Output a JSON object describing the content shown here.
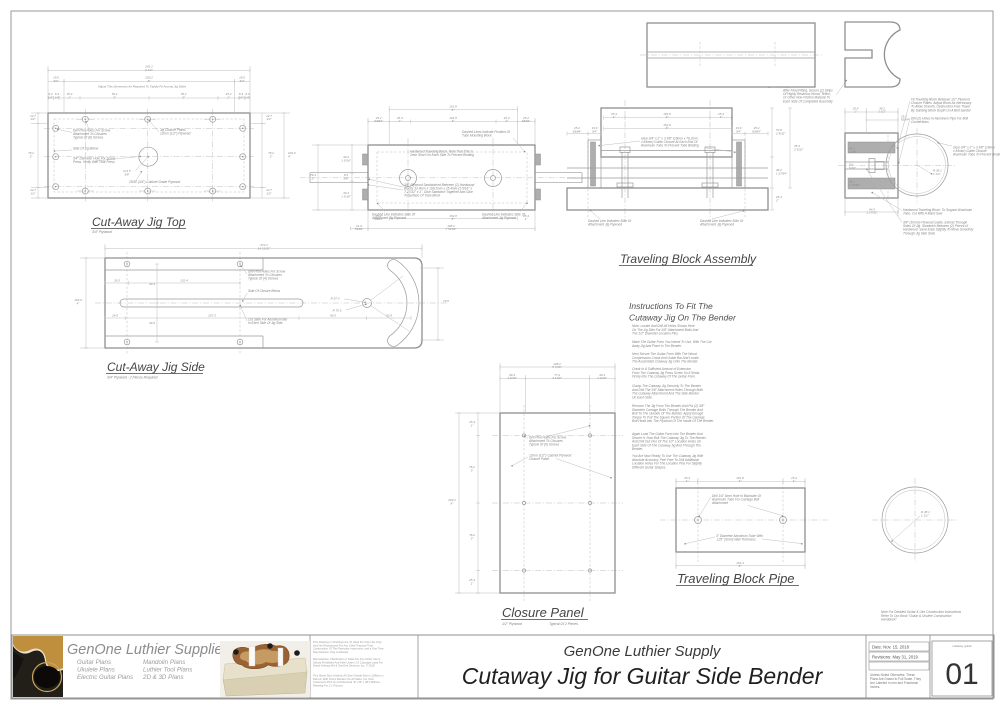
{
  "shared": {
    "note_attach_side": "Dashed Line Indicates Side Of|Attachment Jig Plywood"
  },
  "jig_top": {
    "title": "Cut-Away Jig Top",
    "subtitle": "3/4\" Plywood",
    "adjust_note": "Adjust This Dimension As Required To Tightly Fit Around Jig Sides",
    "note_drill": "Drill Pilot Holes For Screw|Attachment To Closures|Typical Of (8) Screws",
    "note_side": "Side Of Jig Below",
    "note_press": "3/4\" Diameter Hole For Screw|Press. Verify With Your Press",
    "note_plates": "Jig Closure Plates|12mm (1/2\") Plywood",
    "note_ply": "25/32 (3/4\") Cabinet Grade Plywood",
    "note_radius": "R 9.5|3/8\"",
    "dims": [
      "241.2|9 1/2\"",
      "19.0|3/4\"",
      "203.2|8\"",
      "19.0|3/4\"",
      "6.3|1/4\"",
      "6.3|1/4\"",
      "25.4|1\"",
      "76.2|3\"",
      "76.2|3\"",
      "25.4|1\"",
      "6.3|1/4\"",
      "6.3|1/4\"",
      "12.7|1/2\"",
      "76.2|3\"",
      "12.7|1/2\"",
      "12.7|1/2\"",
      "76.2|3\"",
      "12.7|1/2\"",
      "102.0|4\""
    ]
  },
  "jig_side": {
    "title": "Cut-Away Jig Side",
    "subtitle": "3/4\" Plywood - 2 Pieces Required",
    "note_drill": "Drill Pilot Holes For Screw|Attachment To Closures|Typical Of (4) Screws",
    "note_closure": "Side Of Closure Below",
    "note_cut": "Cut Slide For Aluminum Bar|In Each Side Of Jig Side",
    "dims": [
      "372.1|14 21/32\"",
      "102.0|4\"",
      "28.3",
      "132.4",
      "24.0",
      "207.3",
      "80.5",
      "52.8",
      "40.3",
      "40.3",
      "73.8",
      "R 57.0",
      "R 75.0"
    ]
  },
  "block_plan": {
    "note_position": "Dashed Lines Indicate Position Of|Tube Mounting Block",
    "note_block": "Hardwood Traveling Block. Note That This Is|2mm Short On Each Side To Prevent Binding",
    "note_sandwich": "3/8\" Plywood Sandwiched Between (2) Hardwood|Blocks 33.4mm x 199.2mm x 25.4mm (1-5/16\" x|7-27/32\" x 1\". Glue Sandwich Together And Glue|To Surface Of Tube Block",
    "dims": [
      "152.8|6\"",
      "25.2|63/64\"",
      "25.4|1\"",
      "101.8|4\"",
      "25.4|1\"",
      "25.2|63/64\"",
      "25.2|63/64\"",
      "152.8|6\"",
      "25.4|1\"",
      "21.0|53/64\"",
      "198.2|7 51/64\"",
      "33.4|1 5/16\"",
      "9.5|3/8\"",
      "33.4|1 5/16\"",
      "76.3|3\""
    ]
  },
  "assembly": {
    "title": "Traveling Block Assembly",
    "note_glue": "Glue 3/4\" x 2\" x 3 3/8\" (19mm x 76.2mm|x 84mm) Guide Closure At Each End Of|Aluminum Tube To Prevent Tube Binding",
    "note_after": "After Final Fitting, Secure (2) Strips|Of Highly Resinous Wood, Teflon,|Or Other Non-Friction Material To|Each Side Of Completed Assembly",
    "dims": [
      "25.4|1\"",
      "101.8|4\"",
      "25.4|1\"",
      "152.6|6\"",
      "25.2|63/64\"",
      "19.0|3/4\"",
      "19.0|3/4\"",
      "25.2|63/64\"",
      "57.8|2 9/32\"",
      "36.2|1 27/64\"",
      "25.4|1\"",
      "78.4|3 3/32\""
    ]
  },
  "end_view": {
    "note_fit": "Fit Traveling Block Between 1/2\" Plywood|Closure Plates. Adjust Block As Necessary|To Allow Smooth, Obstruction-Free Travel|By Sanding Block Depth On A Belt Sander",
    "note_drill_pipe": "Drill (2) Holes In Aluminum Pipe For Bolt|Connections",
    "note_glue2": "Glue 3/4\" x 2\" x 3 3/8\" (19mm|x 84mm) Guide Closure|Aluminum Tube To Prevent Binding",
    "note_hardwood": "Hardwood Traveling Block. To Support Aluminum|Tube. Cut With A Band Saw",
    "note_plyguide": "3/8\" (10mm) Plywood Guide. Extend Through|Sides Of Jig. Sandwich Between (2) Pieces of|Hardwood. Sand Ends Slightly To Move Smoothly|Through Jig Side Slots",
    "dims": [
      "25.4|1\"",
      "38.2|1 1/2\"",
      "25.2|63/64\"",
      "64.5|2 17/32\"",
      "35.1|1 3/8\"",
      "8.0|5/16\"",
      "36.1|1 27/64\"",
      "R 38.1|1 1/2\""
    ]
  },
  "closure_panel": {
    "title": "Closure Panel",
    "sub1": "1/2\" Plywood",
    "sub2": "Typical Of 2 Pieces",
    "note_drill": "Drill Pilot Holes For Screw|Attachment To Closures|Typical Of (6) Screws",
    "note_ply": "12mm (1/2\") Cabinet Plywood|Closure Panel",
    "dims": [
      "138.2|5 7/16\"",
      "30.4|1 3/16\"",
      "77.4|3 1/16\"",
      "30.4|1 3/16\"",
      "203.2|8\"",
      "25.4|1\"",
      "76.2|3\"",
      "76.2|3\"",
      "25.4|1\""
    ]
  },
  "pipe": {
    "title": "Traveling Block Pipe",
    "note_drill": "Drill 1/4\" 6mm Hole In Backside Of|Aluminum Tube For Carriage Bolt|Attachment",
    "note_tube": "3\" Diameter Aluminum Tube With|.125\" (3mm) Wall Thickness",
    "dims": [
      "25.4|1\"",
      "101.8|4\"",
      "25.4|1\"",
      "152.4|6\""
    ]
  },
  "pipe_end": {
    "radius": "R 38.1|1 1/2\""
  },
  "instructions": {
    "heading": "Instructions To Fit The|Cutaway Jig On The Bender",
    "paras": [
      "Note: Locate And Drill All Holes Shown Here|On The Jig Side For 3/8\" Attachment Bolts And|The 1/2\" Diameter Location Pins.",
      "Make The Guitar Form You Intend To Use, With The Cut-|Away Jig And Place In The Bender.",
      "Next Secure The Guitar Form With The Wood|Compression Crank And Guide Bar And Locate|The Assembled Cutaway Jig Onto The Bender.",
      "Crank In A Sufficient Amount of Extension|From The Cutaway Jig Press Screw So It Seats|Firmly Into The Cutaway Of The Guitar Form.",
      "Clamp The Cutaway Jig Securely To The Bender|And Drill The 3/8\" Attachment Holes Through Both|The Cutaway Attachment And The Side Bender|On Each Side.",
      "Remove The Jig From The Bender And Put (2) 3/8\"|Diameter Carriage Bolts Through The Bender And|Bolt To The Outside Of The Bender. Apply Enough|Torque To Pull The Square Portion Of The Carriage|Bolt Head Into The Plywood Of The Inside Of The Bender.",
      "Again Load The Guitar Form Into The Bender And|Secure It. Now Bolt The Cutaway Jig To The Bender|And Drill Out One Of The 1/2\" Location Holes On|Each Side Of The Cutaway Jig And Through The|Bender.",
      "You Are Now Ready To Use The Cutaway Jig With|Absolute Accuracy. Feel Free To Drill Additional|Location Holes For The Location Pins For Slightly|Different Guitar Shapes."
    ]
  },
  "page": {
    "handbook_note": "Note For Detailed Guitar & Uke Construction Instructions|Refer To Our Book \"Guitar & Ukulele Construction|Handbook\"",
    "logo": {
      "company": "GenOne Luthier Supplies",
      "col1": [
        "Guitar Plans",
        "Ukulele Plans",
        "Electric Guitar Plans"
      ],
      "col2": [
        "Mandolin Plans",
        "Luthier Tool Plans",
        "2D & 3D Plans"
      ]
    },
    "legal": [
      "This Drawing or Drawings Are To Used For One Use Only.|And Not Reproduced For Any Other Purpose Than|Construction Of This Particular Instrument, and a One Time|Reproduction Only is Allowed.",
      "Reproduction, Distribution or Sales For Any Other Use Is|Strictly Prohibited And Falls Under U.S Copyright Laws For|David Verburg AIA & GenOne Services, Inc. © 2019",
      "This Sheet Size Is Metric A0 Size Overall Size is 1189mm x|841mm With 15mm Borders On All Sides. For USA|Customers Print On Architectural \"E\" (36\" x 48\") Without|Resizing For 1:1 Printout."
    ],
    "titleblock": {
      "company": "GenOne Luthier Supply",
      "title": "Cutaway Jig for Guitar Side Bender",
      "date": "Date: Nov. 15, 2018",
      "revisions": "Revisions: May 31, 2019",
      "scale_note": "Unless Noted Otherwise, These|Plans Are Drawn to Full Scale. They|Are Labeled in mm and Fractional|Inches.",
      "sheet_tag": "cutaway guitar",
      "sheet_number": "01"
    }
  }
}
